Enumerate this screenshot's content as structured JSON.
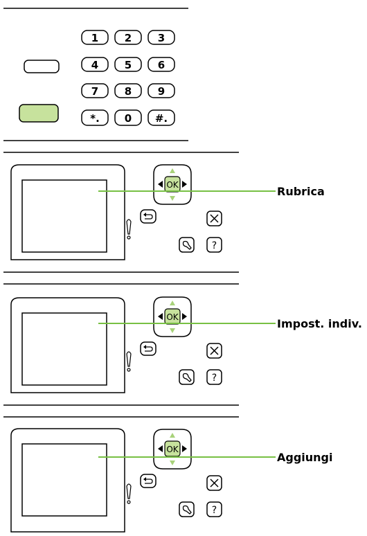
{
  "keypad": {
    "keys": [
      "1",
      "2",
      "3",
      "4",
      "5",
      "6",
      "7",
      "8",
      "9",
      "*.",
      "0",
      "#."
    ]
  },
  "panels": [
    {
      "ok_label": "OK",
      "help_label": "?",
      "callout": "Rubrica"
    },
    {
      "ok_label": "OK",
      "help_label": "?",
      "callout": "Impost. indiv."
    },
    {
      "ok_label": "OK",
      "help_label": "?",
      "callout": "Aggiungi"
    }
  ],
  "colors": {
    "highlight_green": "#c7e29d",
    "callout_line": "#77c043",
    "arrow_green": "#a8d27a",
    "stroke": "#000000"
  }
}
